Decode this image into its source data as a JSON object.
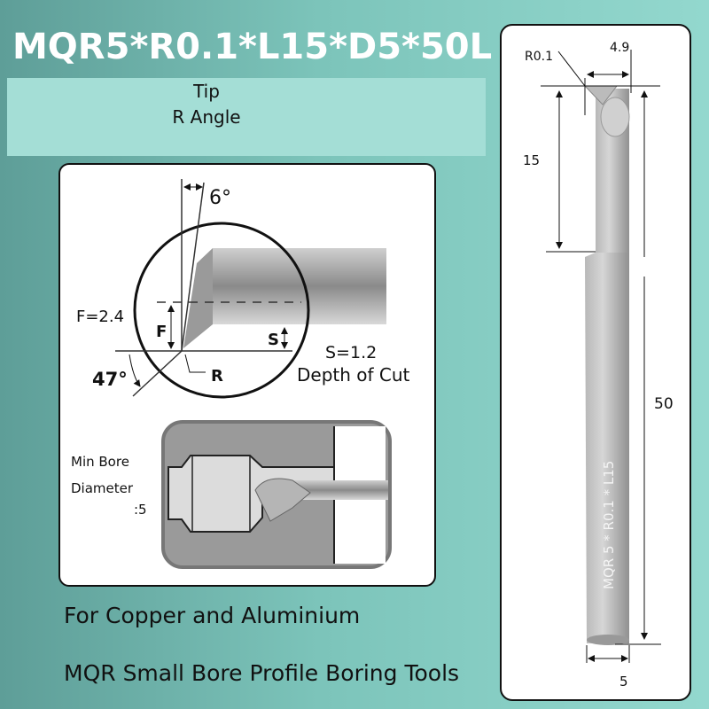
{
  "title": "MQR5*R0.1*L15*D5*50L",
  "tip": {
    "line1": "Tip",
    "line2": "R Angle"
  },
  "detail": {
    "angle_top": "6°",
    "angle_bottom": "47°",
    "f_label": "F",
    "f_value": "F=2.4",
    "s_label": "S",
    "s_value": "S=1.2",
    "depth_label": "Depth of Cut",
    "r_label": "R",
    "min_bore_line1": "Min Bore",
    "min_bore_line2": "Diameter",
    "min_bore_value": ":5"
  },
  "tool": {
    "r_label": "R0.1",
    "tip_width": "4.9",
    "neck_length": "15",
    "total_length": "50",
    "shank_diameter": "5",
    "engraving": "MQR 5 * R0.1 * L15"
  },
  "footer": {
    "line1": "For Copper and Aluminium",
    "line2": "MQR Small Bore Profile Boring Tools"
  }
}
